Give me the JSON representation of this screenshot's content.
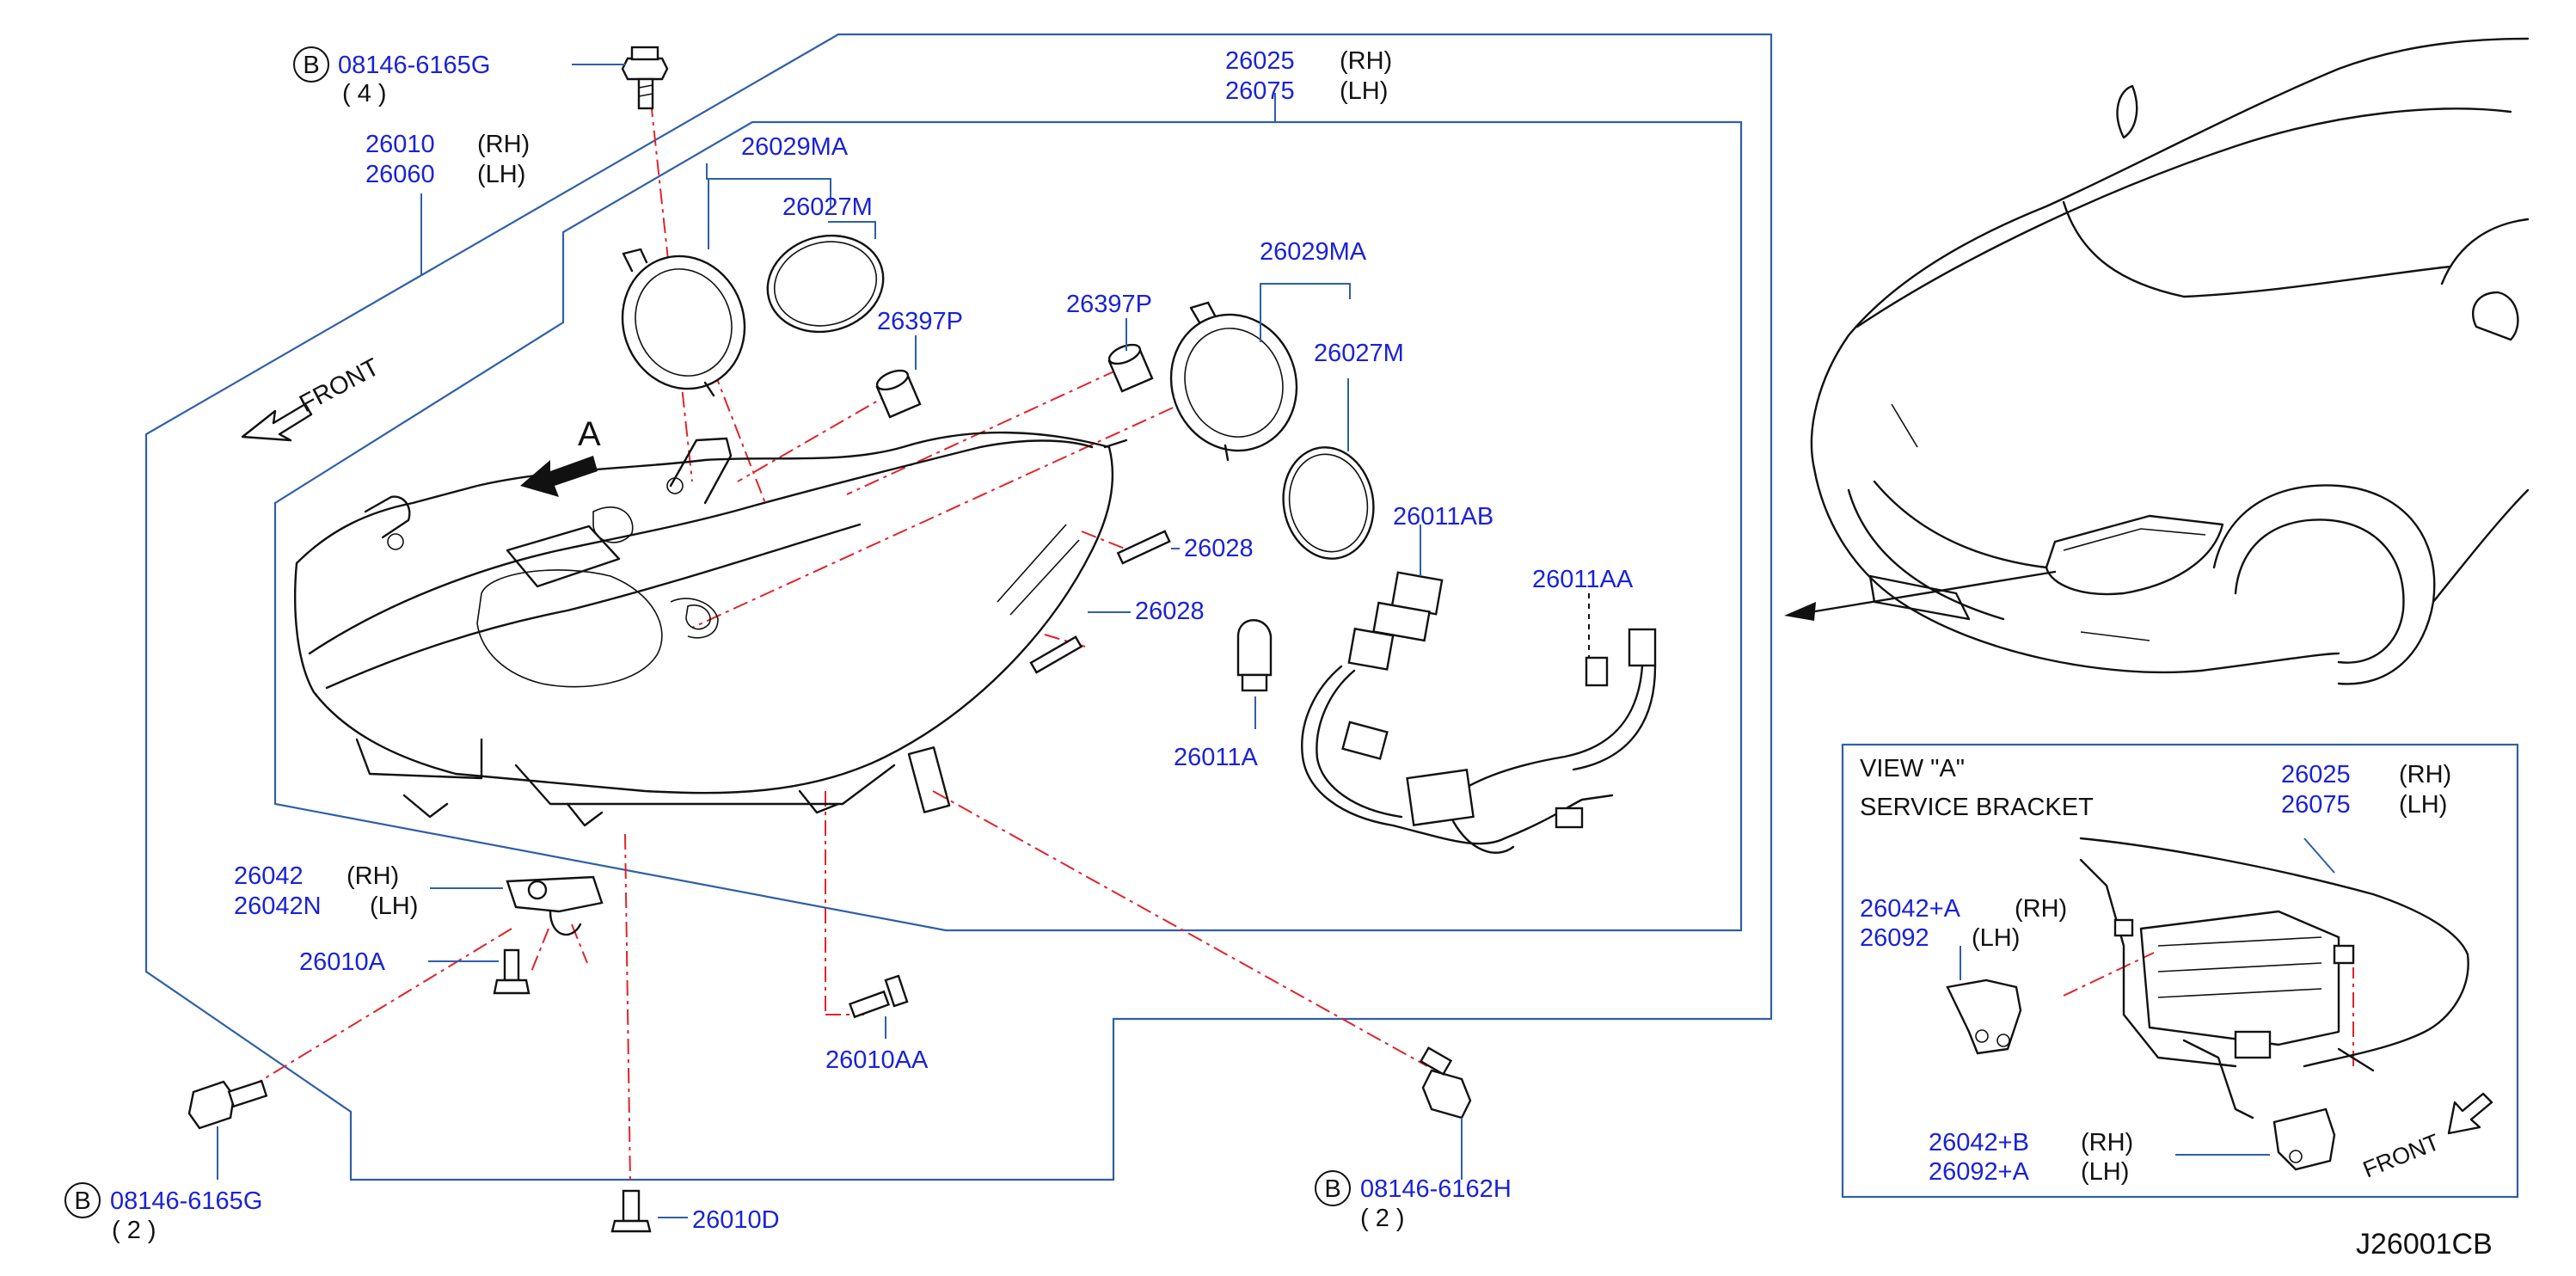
{
  "diagram": {
    "code": "J26001CB",
    "front_label_main": "FRONT",
    "front_label_inset": "FRONT",
    "view_marker": "A",
    "callouts": {
      "bolt_top": {
        "badge": "B",
        "part": "08146-6165G",
        "qty": "( 4 )"
      },
      "bolt_bottom_left": {
        "badge": "B",
        "part": "08146-6165G",
        "qty": "( 2 )"
      },
      "bolt_bottom_right": {
        "badge": "B",
        "part": "08146-6162H",
        "qty": "( 2 )"
      },
      "lamp_assy": {
        "rh_part": "26010",
        "rh": "(RH)",
        "lh_part": "26060",
        "lh": "(LH)"
      },
      "housing": {
        "rh_part": "26025",
        "rh": "(RH)",
        "lh_part": "26075",
        "lh": "(LH)"
      },
      "cap_left": "26029MA",
      "oring_left": "26027M",
      "plug_left": "26397P",
      "plug_right": "26397P",
      "cap_right": "26029MA",
      "oring_right": "26027M",
      "socket_ab": "26011AB",
      "socket_aa": "26011AA",
      "bulb_a": "26011A",
      "clip_1": "26028",
      "clip_2": "26028",
      "bracket": {
        "rh_part": "26042",
        "rh": "(RH)",
        "lh_part": "26042N",
        "lh": "(LH)"
      },
      "screw_a": "26010A",
      "screw_aa": "26010AA",
      "screw_d": "26010D"
    },
    "inset": {
      "view_line1": "VIEW \"A\"",
      "view_line2": "SERVICE BRACKET",
      "housing": {
        "rh_part": "26025",
        "rh": "(RH)",
        "lh_part": "26075",
        "lh": "(LH)"
      },
      "bracket_a": {
        "rh_part": "26042+A",
        "rh": "(RH)",
        "lh_part": "26092",
        "lh": "(LH)"
      },
      "bracket_b": {
        "rh_part": "26042+B",
        "rh": "(RH)",
        "lh_part": "26092+A",
        "lh": "(LH)"
      }
    }
  }
}
